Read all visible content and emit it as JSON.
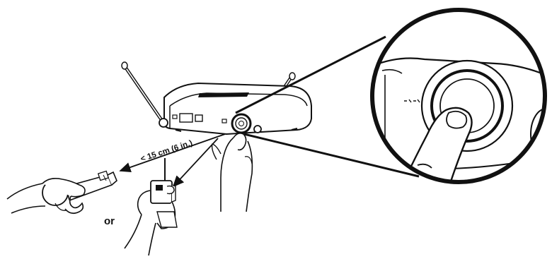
{
  "labels": {
    "distance": "< 15 cm (6 in.)",
    "or": "or"
  },
  "colors": {
    "line": "#111111",
    "background": "#ffffff",
    "fill_light": "#ffffff"
  },
  "icons": [
    "receiver-unit",
    "antenna",
    "sync-button",
    "finger",
    "handheld-microphone",
    "bodypack-transmitter",
    "hand",
    "magnifier-circle",
    "arrow"
  ]
}
